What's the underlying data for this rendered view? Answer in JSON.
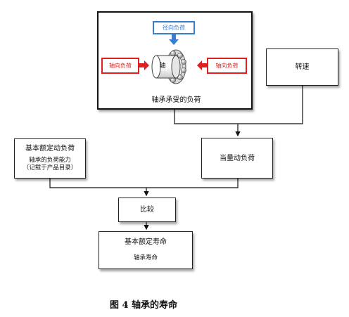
{
  "bearing_box": {
    "radial_load": "径向负荷",
    "axial_load_left": "轴向负荷",
    "axial_load_right": "轴向负荷",
    "shaft": "轴",
    "caption": "轴承承受的负荷"
  },
  "speed_box": {
    "label": "转速"
  },
  "rating_box": {
    "title": "基本额定动负荷",
    "line1": "轴承的负荷能力",
    "line2": "（记载于产品目录）"
  },
  "equiv_box": {
    "label": "当量动负荷"
  },
  "compare_box": {
    "label": "比较"
  },
  "life_box": {
    "title": "基本额定寿命",
    "subtitle": "轴承寿命"
  },
  "figure": {
    "caption": "图 4  轴承的寿命"
  },
  "colors": {
    "red": "#e02020",
    "blue": "#3a7ccf",
    "line": "#111111"
  }
}
